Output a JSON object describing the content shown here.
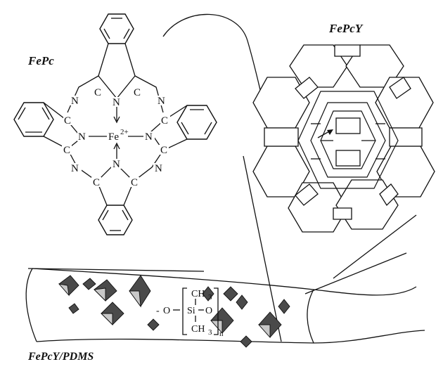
{
  "labels": {
    "fepc": "FePc",
    "fepcy": "FePcY",
    "composite": "FePcY/PDMS"
  },
  "molecule": {
    "metal": "Fe",
    "charge": "2+",
    "nitrogen": "N",
    "carbon": "C"
  },
  "polymer": {
    "methyl": "CH",
    "methyl_sub": "3",
    "silicon": "Si",
    "oxygen": "O",
    "repeat": "n",
    "dash": "-"
  },
  "colors": {
    "ink": "#111111",
    "crystal_dark": "#4a4a4a",
    "crystal_light": "#c8c8c8"
  }
}
